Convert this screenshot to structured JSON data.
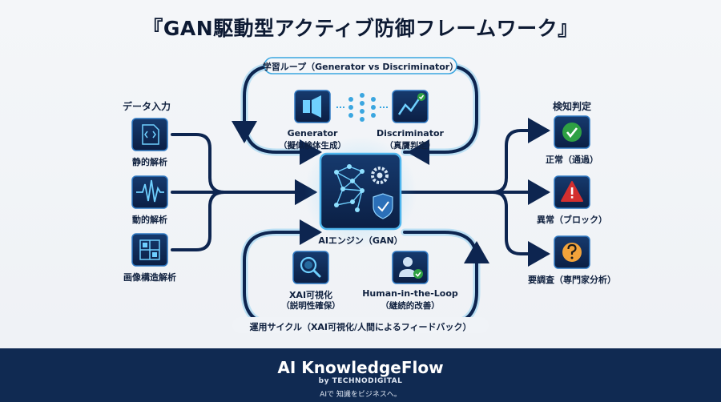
{
  "title": "『GAN駆動型アクティブ防御フレームワーク』",
  "learning_loop": {
    "label": "学習ループ（Generator vs Discriminator）",
    "generator": {
      "name": "Generator",
      "desc": "（擬似検体生成）"
    },
    "discriminator": {
      "name": "Discriminator",
      "desc": "（真贋判定）"
    }
  },
  "input": {
    "heading": "データ入力",
    "items": [
      {
        "label": "静的解析",
        "icon": "code-file-icon"
      },
      {
        "label": "動的解析",
        "icon": "waveform-icon"
      },
      {
        "label": "画像構造解析",
        "icon": "image-grid-icon"
      }
    ]
  },
  "engine": {
    "label": "AIエンジン（GAN）",
    "icon": "ai-brain-icon"
  },
  "detection": {
    "heading": "検知判定",
    "items": [
      {
        "label": "正常（通過）",
        "icon": "check-icon",
        "color": "#2ea043"
      },
      {
        "label": "異常（ブロック）",
        "icon": "warning-icon",
        "color": "#d32f2f"
      },
      {
        "label": "要調査（専門家分析）",
        "icon": "question-icon",
        "color": "#f2a33a"
      }
    ]
  },
  "ops_cycle": {
    "label": "運用サイクル（XAI可視化/人間によるフィードバック）",
    "xai": {
      "name": "XAI可視化",
      "desc": "（説明性確保）"
    },
    "hitl": {
      "name": "Human-in-the-Loop",
      "desc": "（継続的改善）"
    }
  },
  "footer": {
    "brand": "AI KnowledgeFlow",
    "byline": "by TECHNODIGITAL",
    "tagline": "AIで 知識をビジネスへ。"
  }
}
